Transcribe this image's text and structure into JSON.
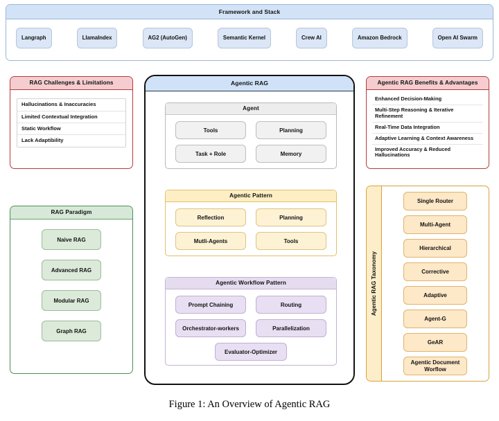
{
  "framework": {
    "title": "Framework and Stack",
    "items": [
      {
        "label": "Langraph"
      },
      {
        "label": "LlamaIndex"
      },
      {
        "label": "AG2 (AutoGen)"
      },
      {
        "label": "Semantic Kernel"
      },
      {
        "label": "Crew AI"
      },
      {
        "label": "Amazon Bedrock"
      },
      {
        "label": "Open AI Swarm"
      }
    ]
  },
  "challenges": {
    "title": "RAG Challenges & Limitations",
    "items": [
      {
        "label": "Hallucinations & Inaccuracies"
      },
      {
        "label": "Limited Contextual Integration"
      },
      {
        "label": "Static Workflow"
      },
      {
        "label": "Lack Adaptibility"
      }
    ]
  },
  "paradigm": {
    "title": "RAG Paradigm",
    "items": [
      {
        "label": "Naive RAG"
      },
      {
        "label": "Advanced RAG"
      },
      {
        "label": "Modular RAG"
      },
      {
        "label": "Graph RAG"
      }
    ]
  },
  "agentic_rag": {
    "title": "Agentic RAG",
    "agent": {
      "title": "Agent",
      "items": [
        {
          "label": "Tools"
        },
        {
          "label": "Planning"
        },
        {
          "label": "Task + Role"
        },
        {
          "label": "Memory"
        }
      ]
    },
    "pattern": {
      "title": "Agentic Pattern",
      "items": [
        {
          "label": "Reflection"
        },
        {
          "label": "Planning"
        },
        {
          "label": "Mutli-Agents"
        },
        {
          "label": "Tools"
        }
      ]
    },
    "workflow": {
      "title": "Agentic Workflow Pattern",
      "items": [
        {
          "label": "Prompt Chaining"
        },
        {
          "label": "Routing"
        },
        {
          "label": "Orchestrator-workers"
        },
        {
          "label": "Parallelization"
        }
      ],
      "final": {
        "label": "Evaluator-Optimizer"
      }
    }
  },
  "benefits": {
    "title": "Agentic RAG Benefits & Advantages",
    "items": [
      {
        "label": "Enhanced Decision-Making"
      },
      {
        "label": "Multi-Step Reasoning & Iterative Refinement"
      },
      {
        "label": "Real-Time Data Integration"
      },
      {
        "label": "Adaptive Learning & Context Awareness"
      },
      {
        "label": "Improved Accuracy & Reduced Hallucinations"
      }
    ]
  },
  "taxonomy": {
    "title": "Agentic RAG Taxonomy",
    "items": [
      {
        "label": "Single Router"
      },
      {
        "label": "Multi-Agent"
      },
      {
        "label": "Hierarchical"
      },
      {
        "label": "Corrective"
      },
      {
        "label": "Adaptive"
      },
      {
        "label": "Agent-G"
      },
      {
        "label": "GeAR"
      },
      {
        "label": "Agentic Document Worflow"
      }
    ]
  },
  "caption": "Figure 1: An Overview of Agentic RAG",
  "colors": {
    "framework_header": "#d3e3f7",
    "challenges_header": "#f5cdd0",
    "paradigm_header": "#d6e9d8",
    "agentic_rag_header": "#cfe2f8",
    "agent_header": "#ededed",
    "pattern_header": "#fdeec3",
    "workflow_header": "#e6dcf0",
    "benefits_header": "#f5cdd0",
    "taxonomy_accent": "#fdeec9"
  }
}
